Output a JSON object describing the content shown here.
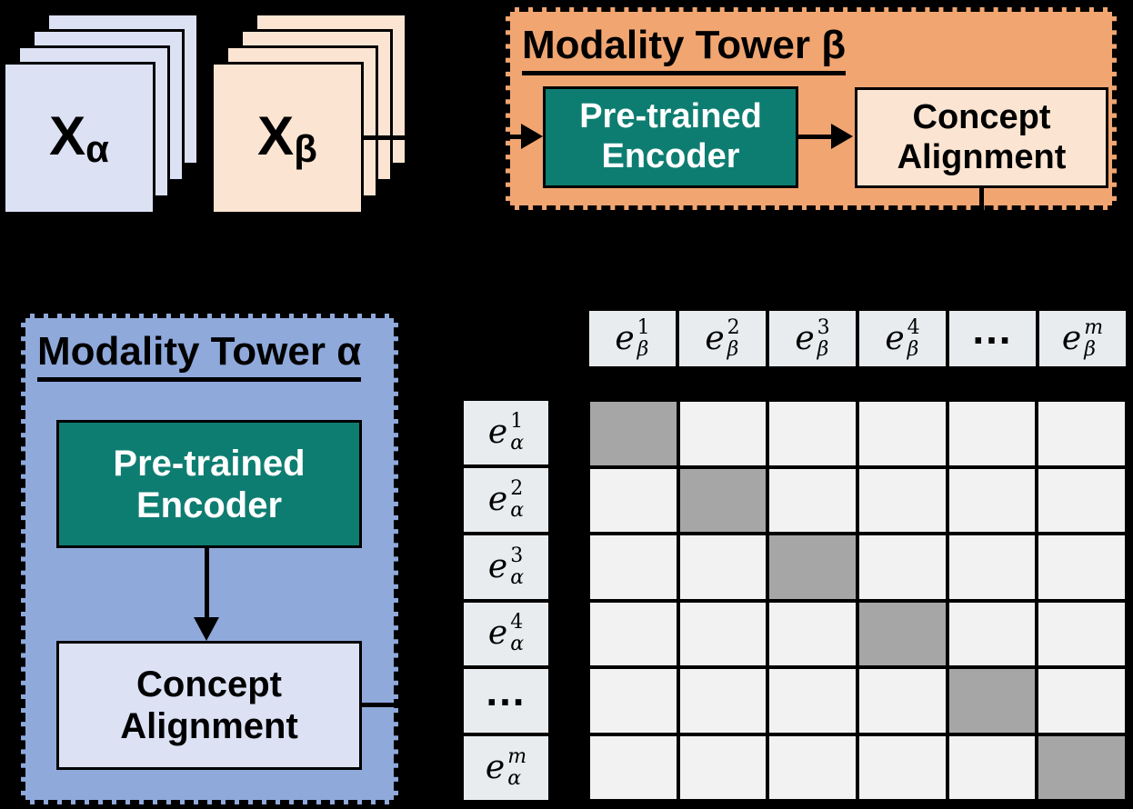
{
  "stacks": {
    "alpha": {
      "label_base": "X",
      "label_sub": "α"
    },
    "beta": {
      "label_base": "X",
      "label_sub": "β"
    }
  },
  "tower_beta": {
    "title": "Modality Tower β",
    "encoder": {
      "line1": "Pre-trained",
      "line2": "Encoder"
    },
    "alignment": {
      "line1": "Concept",
      "line2": "Alignment"
    }
  },
  "tower_alpha": {
    "title": "Modality Tower α",
    "encoder": {
      "line1": "Pre-trained",
      "line2": "Encoder"
    },
    "alignment": {
      "line1": "Concept",
      "line2": "Alignment"
    }
  },
  "matrix": {
    "col_headers": [
      {
        "base": "e",
        "sup": "1",
        "sub": "β"
      },
      {
        "base": "e",
        "sup": "2",
        "sub": "β"
      },
      {
        "base": "e",
        "sup": "3",
        "sub": "β"
      },
      {
        "base": "e",
        "sup": "4",
        "sub": "β"
      },
      {
        "dots": "…"
      },
      {
        "base": "e",
        "sup": "m",
        "sub": "β"
      }
    ],
    "row_headers": [
      {
        "base": "e",
        "sup": "1",
        "sub": "α"
      },
      {
        "base": "e",
        "sup": "2",
        "sub": "α"
      },
      {
        "base": "e",
        "sup": "3",
        "sub": "α"
      },
      {
        "base": "e",
        "sup": "4",
        "sub": "α"
      },
      {
        "dots": "…"
      },
      {
        "base": "e",
        "sup": "m",
        "sub": "α"
      }
    ],
    "grid": {
      "rows": 6,
      "cols": 6,
      "highlight": "diagonal"
    }
  },
  "colors": {
    "background": "#000000",
    "tower_beta_fill": "#F1A571",
    "tower_alpha_fill": "#8FA9DB",
    "encoder_fill": "#0E7D71",
    "beta_light_fill": "#FBE5D2",
    "alpha_light_fill": "#DCE1F4",
    "matrix_label_fill": "#E9ECEE",
    "matrix_cell_fill": "#F2F2F2",
    "matrix_diag_fill": "#A6A6A6",
    "line_color": "#000000"
  }
}
